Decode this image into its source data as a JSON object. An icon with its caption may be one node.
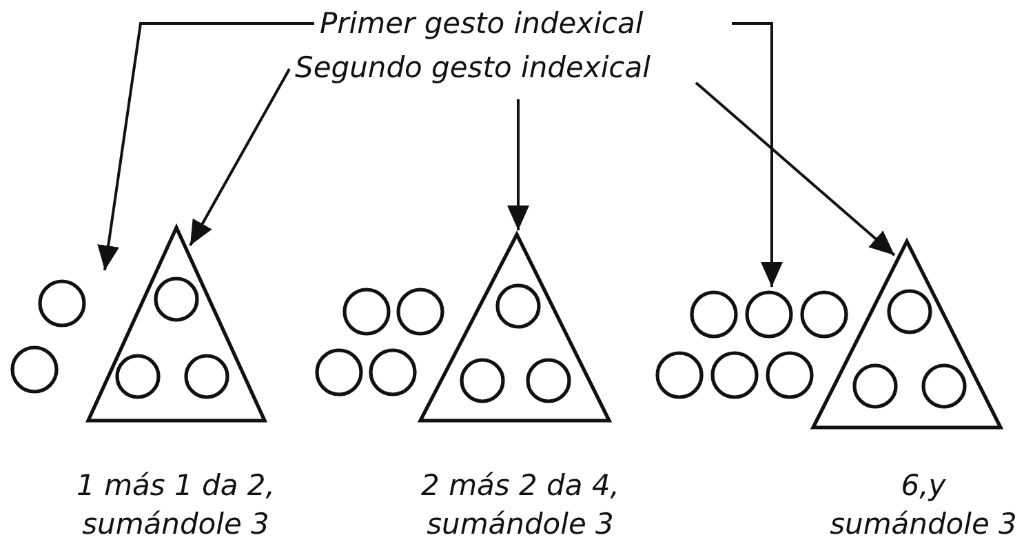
{
  "diagram": {
    "nodes": [
      {
        "text": [
          "Primer gesto indexical"
        ]
      },
      {
        "text": [
          "Segundo gesto indexical"
        ]
      },
      {
        "text": [],
        "shape": "circle"
      },
      {
        "text": [],
        "shape": "triangle"
      },
      {
        "text": [],
        "shape": "circle"
      },
      {
        "text": [],
        "shape": "triangle"
      },
      {
        "text": [],
        "shape": "circle"
      },
      {
        "text": [],
        "shape": "triangle"
      }
    ],
    "edges": [
      {
        "from": 0,
        "to": 2,
        "arrow": "to"
      },
      {
        "from": 1,
        "to": 3,
        "arrow": "to"
      },
      {
        "from": 1,
        "to": 5,
        "arrow": "to"
      },
      {
        "from": 0,
        "to": 6,
        "arrow": "to"
      },
      {
        "from": 1,
        "to": 7,
        "arrow": "to"
      }
    ],
    "labels": [
      "1 más 1 da 2, sumándole 3",
      "2 más 2 da 4, sumándole 3",
      "6,y sumándole 3"
    ]
  }
}
